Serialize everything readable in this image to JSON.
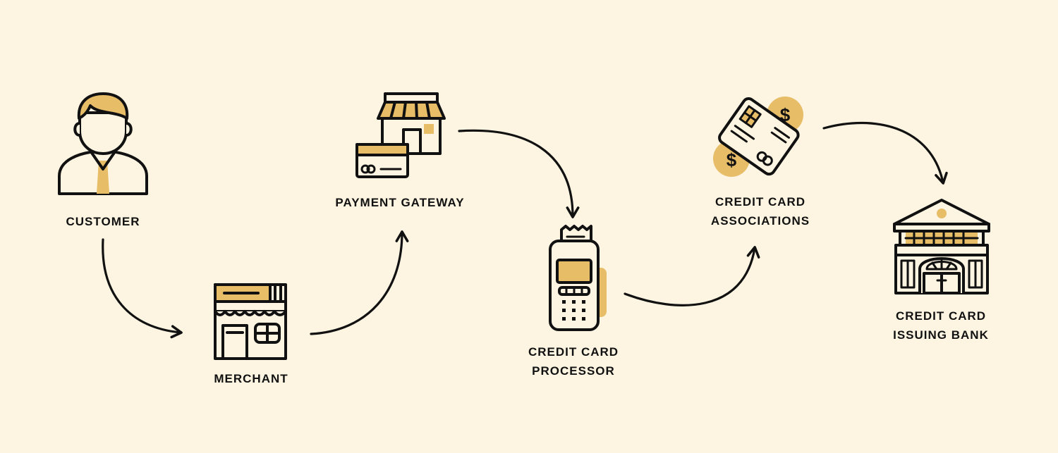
{
  "colors": {
    "background": "#fdf5e2",
    "accent": "#e8bd68",
    "ink": "#111111"
  },
  "nodes": [
    {
      "id": "customer",
      "icon": "customer-person-icon",
      "label_lines": [
        "CUSTOMER"
      ]
    },
    {
      "id": "merchant",
      "icon": "merchant-storefront-icon",
      "label_lines": [
        "MERCHANT"
      ]
    },
    {
      "id": "gateway",
      "icon": "payment-gateway-shop-card-icon",
      "label_lines": [
        "PAYMENT GATEWAY"
      ]
    },
    {
      "id": "processor",
      "icon": "card-terminal-icon",
      "label_lines": [
        "CREDIT CARD",
        "PROCESSOR"
      ]
    },
    {
      "id": "associations",
      "icon": "credit-card-dollar-icon",
      "label_lines": [
        "CREDIT CARD",
        "ASSOCIATIONS"
      ]
    },
    {
      "id": "bank",
      "icon": "bank-building-icon",
      "label_lines": [
        "CREDIT CARD",
        "ISSUING BANK"
      ]
    }
  ],
  "edges": [
    {
      "from": "customer",
      "to": "merchant"
    },
    {
      "from": "merchant",
      "to": "gateway"
    },
    {
      "from": "gateway",
      "to": "processor"
    },
    {
      "from": "processor",
      "to": "associations"
    },
    {
      "from": "associations",
      "to": "bank"
    }
  ]
}
